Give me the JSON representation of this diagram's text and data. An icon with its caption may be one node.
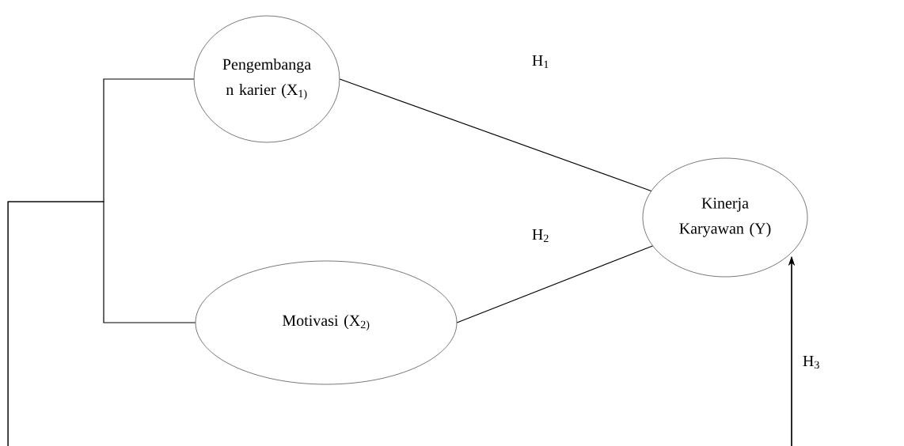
{
  "diagram": {
    "nodes": [
      {
        "text": [
          "Pengembanga n karier (X$_{1)}$"
        ]
      },
      {
        "text": [
          "Motivasi (X$_{2)}$"
        ]
      },
      {
        "text": [
          "Kinerja Karyawan (Y)"
        ]
      }
    ],
    "edges": [
      {
        "from": 0,
        "to": 2,
        "arrow": "none",
        "label": "H$_{1}$"
      },
      {
        "from": 1,
        "to": 2,
        "arrow": "none",
        "label": "H$_{2}$"
      },
      {
        "from": 0,
        "to": 2,
        "arrow": "to",
        "label": "H$_{3}$"
      },
      {
        "from": 1,
        "to": 2,
        "arrow": "to"
      }
    ]
  }
}
